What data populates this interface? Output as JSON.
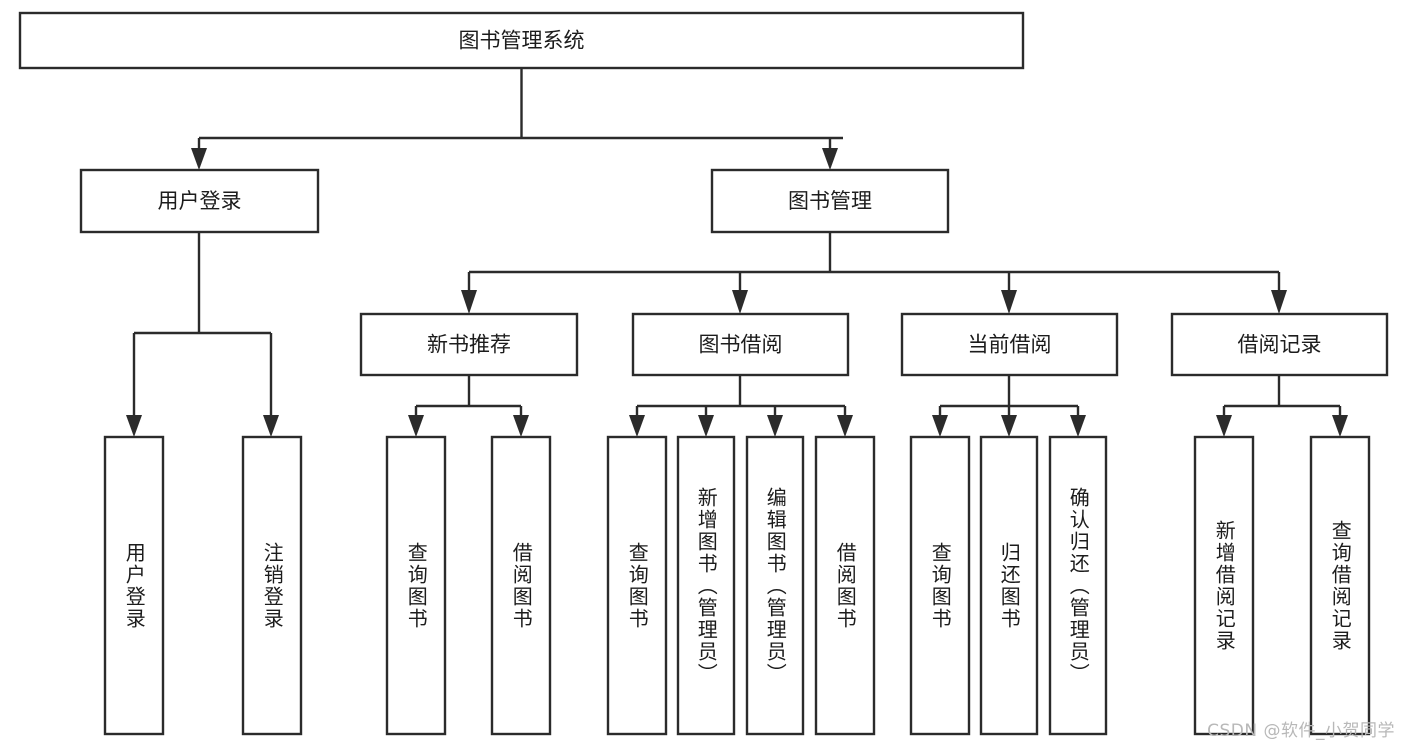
{
  "diagram": {
    "type": "tree-hierarchy",
    "title": "图书管理系统",
    "background_color": "#ffffff",
    "line_color": "#2b2b2b",
    "text_color": "#1c1c1c",
    "root": {
      "label": "图书管理系统",
      "level": 0
    },
    "level1": [
      {
        "label": "用户登录"
      },
      {
        "label": "图书管理"
      }
    ],
    "level2": [
      {
        "label": "新书推荐",
        "parent": "图书管理"
      },
      {
        "label": "图书借阅",
        "parent": "图书管理"
      },
      {
        "label": "当前借阅",
        "parent": "图书管理"
      },
      {
        "label": "借阅记录",
        "parent": "图书管理"
      }
    ],
    "leaves": {
      "user_login": [
        {
          "label": "用户登录"
        },
        {
          "label": "注销登录"
        }
      ],
      "new_book": [
        {
          "label": "查询图书"
        },
        {
          "label": "借阅图书"
        }
      ],
      "borrow_book": [
        {
          "label": "查询图书"
        },
        {
          "label": "新增图书（管理员）"
        },
        {
          "label": "编辑图书（管理员）"
        },
        {
          "label": "借阅图书"
        }
      ],
      "current_borrow": [
        {
          "label": "查询图书"
        },
        {
          "label": "归还图书"
        },
        {
          "label": "确认归还（管理员）"
        }
      ],
      "borrow_record": [
        {
          "label": "新增借阅记录"
        },
        {
          "label": "查询借阅记录"
        }
      ]
    }
  },
  "watermark": {
    "text": "CSDN @软件_小贺同学"
  }
}
